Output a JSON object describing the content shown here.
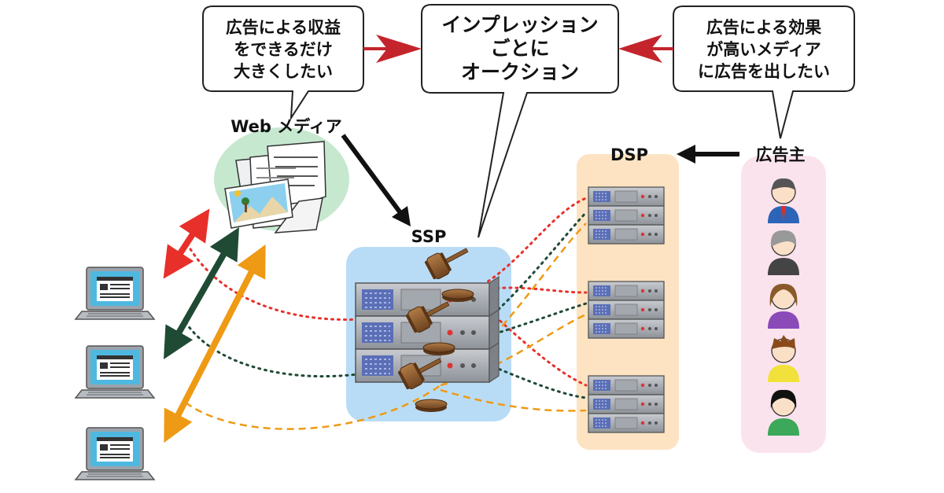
{
  "bubbles": {
    "media": [
      "広告による収益",
      "をできるだけ",
      "大きくしたい"
    ],
    "auction": [
      "インプレッション",
      "ごとに",
      "オークション"
    ],
    "advertiser": [
      "広告による効果",
      "が高いメディア",
      "に広告を出したい"
    ]
  },
  "labels": {
    "web_media": "Web メディア",
    "ssp": "SSP",
    "dsp": "DSP",
    "advertiser": "広告主"
  },
  "colors": {
    "red_link": "#e8302a",
    "green_link": "#1f4a34",
    "orange_link": "#ee9a14",
    "bid_arrow": "#c4242c",
    "ssp_zone": "#b9dcf6",
    "dsp_zone": "#fde3c2",
    "advertiser_zone": "#fbe3ee",
    "media_zone": "#c6e8cf"
  },
  "icons": {
    "laptops": [
      "laptop-icon",
      "laptop-icon",
      "laptop-icon"
    ],
    "servers": [
      "server-rack-icon"
    ],
    "auction": [
      "gavel-icon"
    ],
    "advertisers": [
      "person-icon"
    ]
  }
}
